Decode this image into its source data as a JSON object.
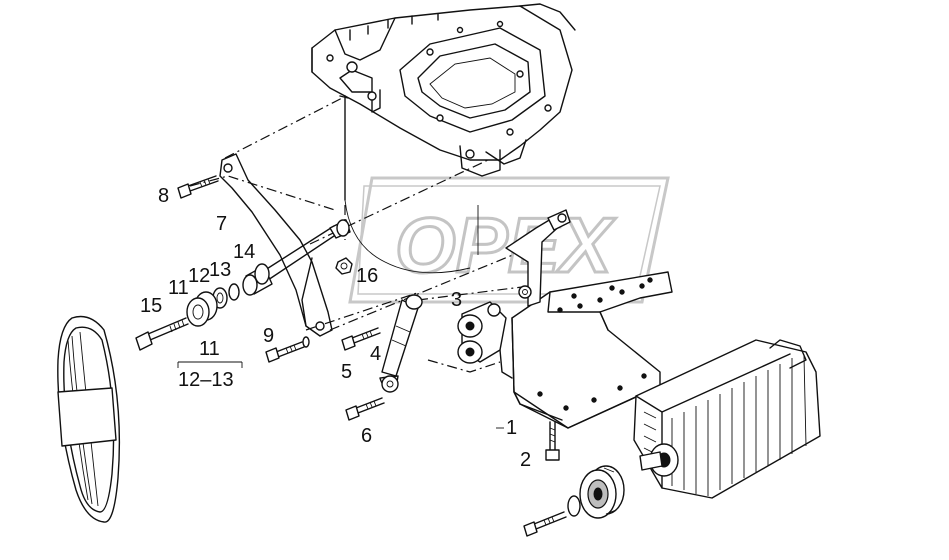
{
  "watermark": {
    "text": "OPEX"
  },
  "callouts": [
    {
      "id": "c8",
      "text": "8"
    },
    {
      "id": "c7",
      "text": "7"
    },
    {
      "id": "c14",
      "text": "14"
    },
    {
      "id": "c13",
      "text": "13"
    },
    {
      "id": "c12",
      "text": "12"
    },
    {
      "id": "c11a",
      "text": "11"
    },
    {
      "id": "c15",
      "text": "15"
    },
    {
      "id": "c16",
      "text": "16"
    },
    {
      "id": "c3",
      "text": "3"
    },
    {
      "id": "c9",
      "text": "9"
    },
    {
      "id": "c4",
      "text": "4"
    },
    {
      "id": "c5",
      "text": "5"
    },
    {
      "id": "c6",
      "text": "6"
    },
    {
      "id": "c11b",
      "text": "11"
    },
    {
      "id": "c1213",
      "text": "12–13"
    },
    {
      "id": "c1",
      "text": "1"
    },
    {
      "id": "c2",
      "text": "2"
    }
  ]
}
